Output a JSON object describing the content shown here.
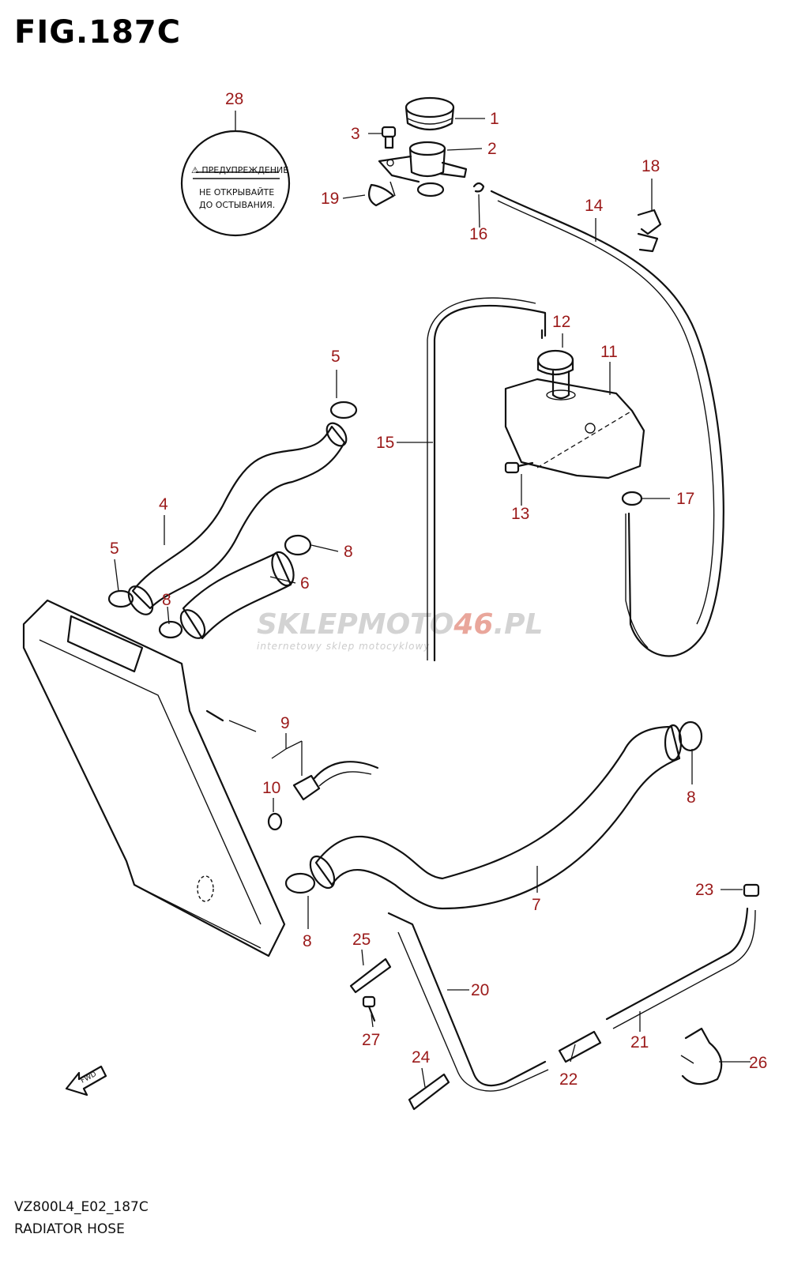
{
  "figure": {
    "title": "FIG.187C",
    "model_code": "VZ800L4_E02_187C",
    "name": "RADIATOR HOSE"
  },
  "warning_label": {
    "line1": "⚠ ПРЕДУПРЕЖДЕНИЕ",
    "line2": "НЕ ОТКРЫВАЙТЕ",
    "line3": "ДО ОСТЫВАНИЯ."
  },
  "watermark": {
    "main_a": "SKLEP",
    "main_b": "MOTO",
    "main_c": "46",
    "main_d": ".PL",
    "sub": "internetowy sklep motocyklowy"
  },
  "direction_marker": "FWD",
  "callouts": [
    "1",
    "2",
    "3",
    "4",
    "5",
    "5",
    "6",
    "7",
    "8",
    "8",
    "8",
    "8",
    "9",
    "10",
    "11",
    "12",
    "13",
    "14",
    "15",
    "16",
    "17",
    "18",
    "19",
    "20",
    "21",
    "22",
    "23",
    "24",
    "25",
    "26",
    "27",
    "28"
  ],
  "colors": {
    "callout": "#9b1a1a",
    "line": "#111111",
    "watermark": "#d3d3d3",
    "watermark_accent": "#e06a5a"
  }
}
